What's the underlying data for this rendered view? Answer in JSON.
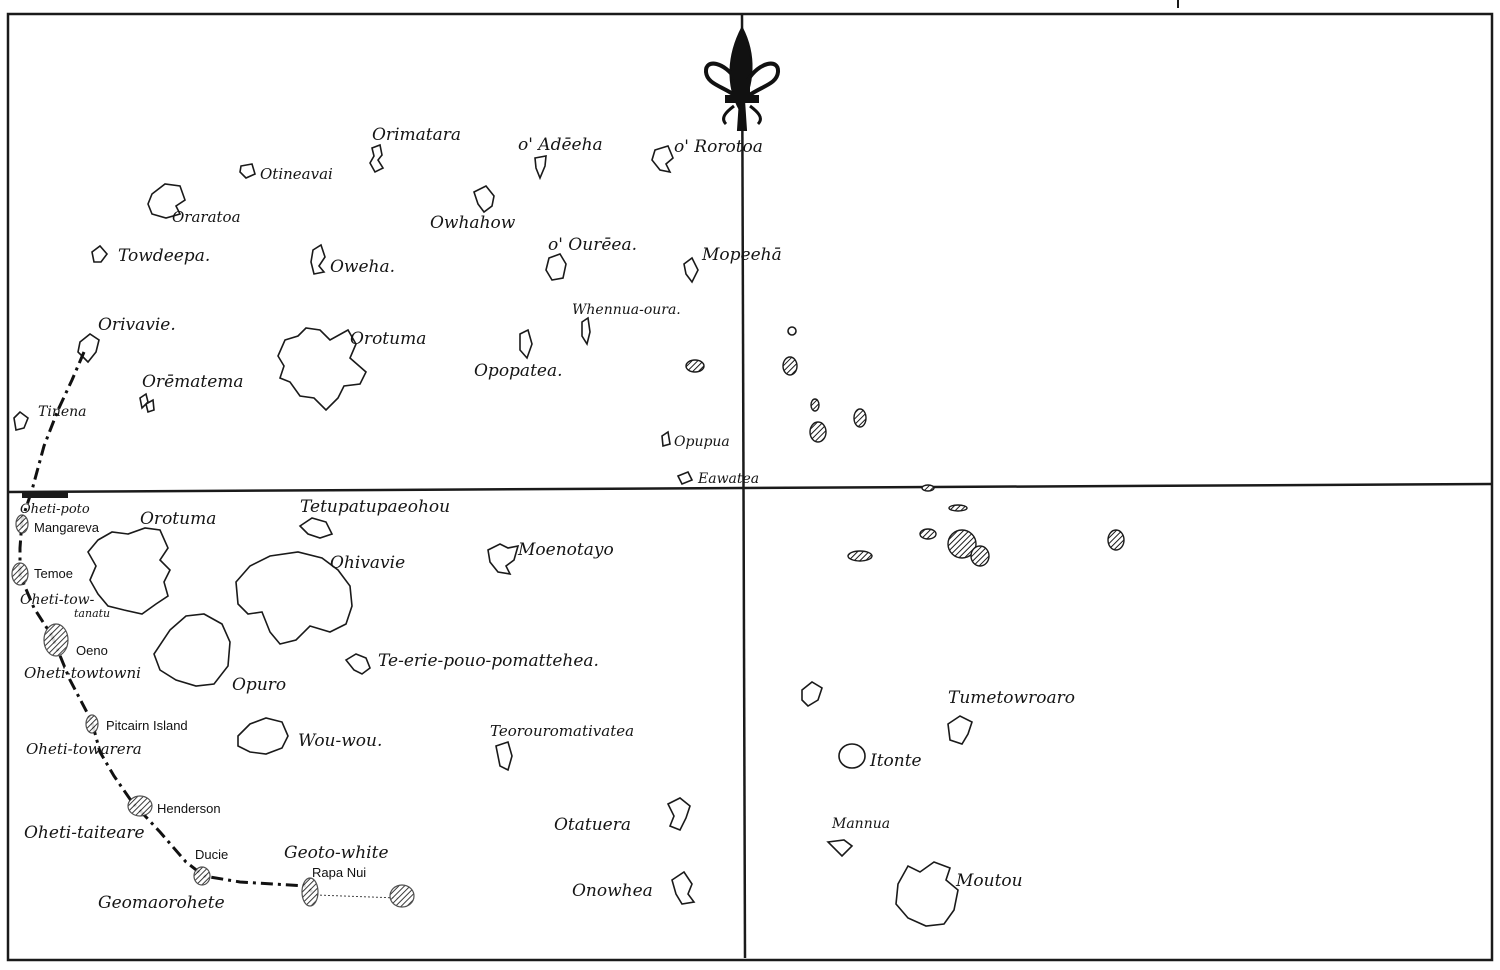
{
  "map": {
    "colors": {
      "ink": "#1a1a1a",
      "paper": "#ffffff",
      "route_fill": "#9a9a9a",
      "hatched": "#2a2a2a"
    },
    "compass": {
      "symbol": "fleur-de-lis-north-marker"
    },
    "handwritten_labels": {
      "orimatara": "Orimatara",
      "o_adeeha": "o' Adēeha",
      "o_rorotoa": "o' Rorotoa",
      "otineavai": "Otineavai",
      "oraratoa": "Oraratoa",
      "owhahow": "Owhahow",
      "o_oureea": "o' Ourēea.",
      "towdeepa": "Towdeepa.",
      "oweha": "Oweha.",
      "mopeeha": "Mopeehā",
      "whennua_oura": "Whennua-oura.",
      "orivavie": "Orivavie.",
      "orotuma_north": "Orotuma",
      "oremalema": "Orēmatema",
      "opopatea": "Opopatea.",
      "tinena": "Tinena",
      "opupua": "Opupua",
      "eawatea": "Eawatea",
      "oheti_poto": "Oheti-poto",
      "orotuma_south": "Orotuma",
      "tetupatupaeohou": "Tetupatupaeohou",
      "moenotayo": "Moenotayo",
      "ohivavie": "Ohivavie",
      "oheti_tow_tanatu_a": "Oheti-tow-",
      "oheti_tow_tanatu_b": "tanatu",
      "te_erie": "Te-erie-pouo-pomattehea.",
      "opuro": "Opuro",
      "oheti_towtowni": "Oheti-towtowni",
      "tumetowroaro": "Tumetowroaro",
      "teoroura": "Teorouromativatea",
      "wou_wou": "Wou-wou.",
      "oheti_towarera": "Oheti-towarera",
      "itonte": "Itonte",
      "oheti_taiteare": "Oheti-taiteare",
      "otatuera": "Otatuera",
      "mannua": "Mannua",
      "geoto_white": "Geoto-white",
      "onowhea": "Onowhea",
      "moutou": "Moutou",
      "geomaorohete": "Geomaorohete"
    },
    "modern_labels": {
      "mangareva": "Mangareva",
      "temoe": "Temoe",
      "oeno": "Oeno",
      "pitcairn": "Pitcairn Island",
      "henderson": "Henderson",
      "ducie": "Ducie",
      "rapa_nui": "Rapa Nui"
    }
  }
}
